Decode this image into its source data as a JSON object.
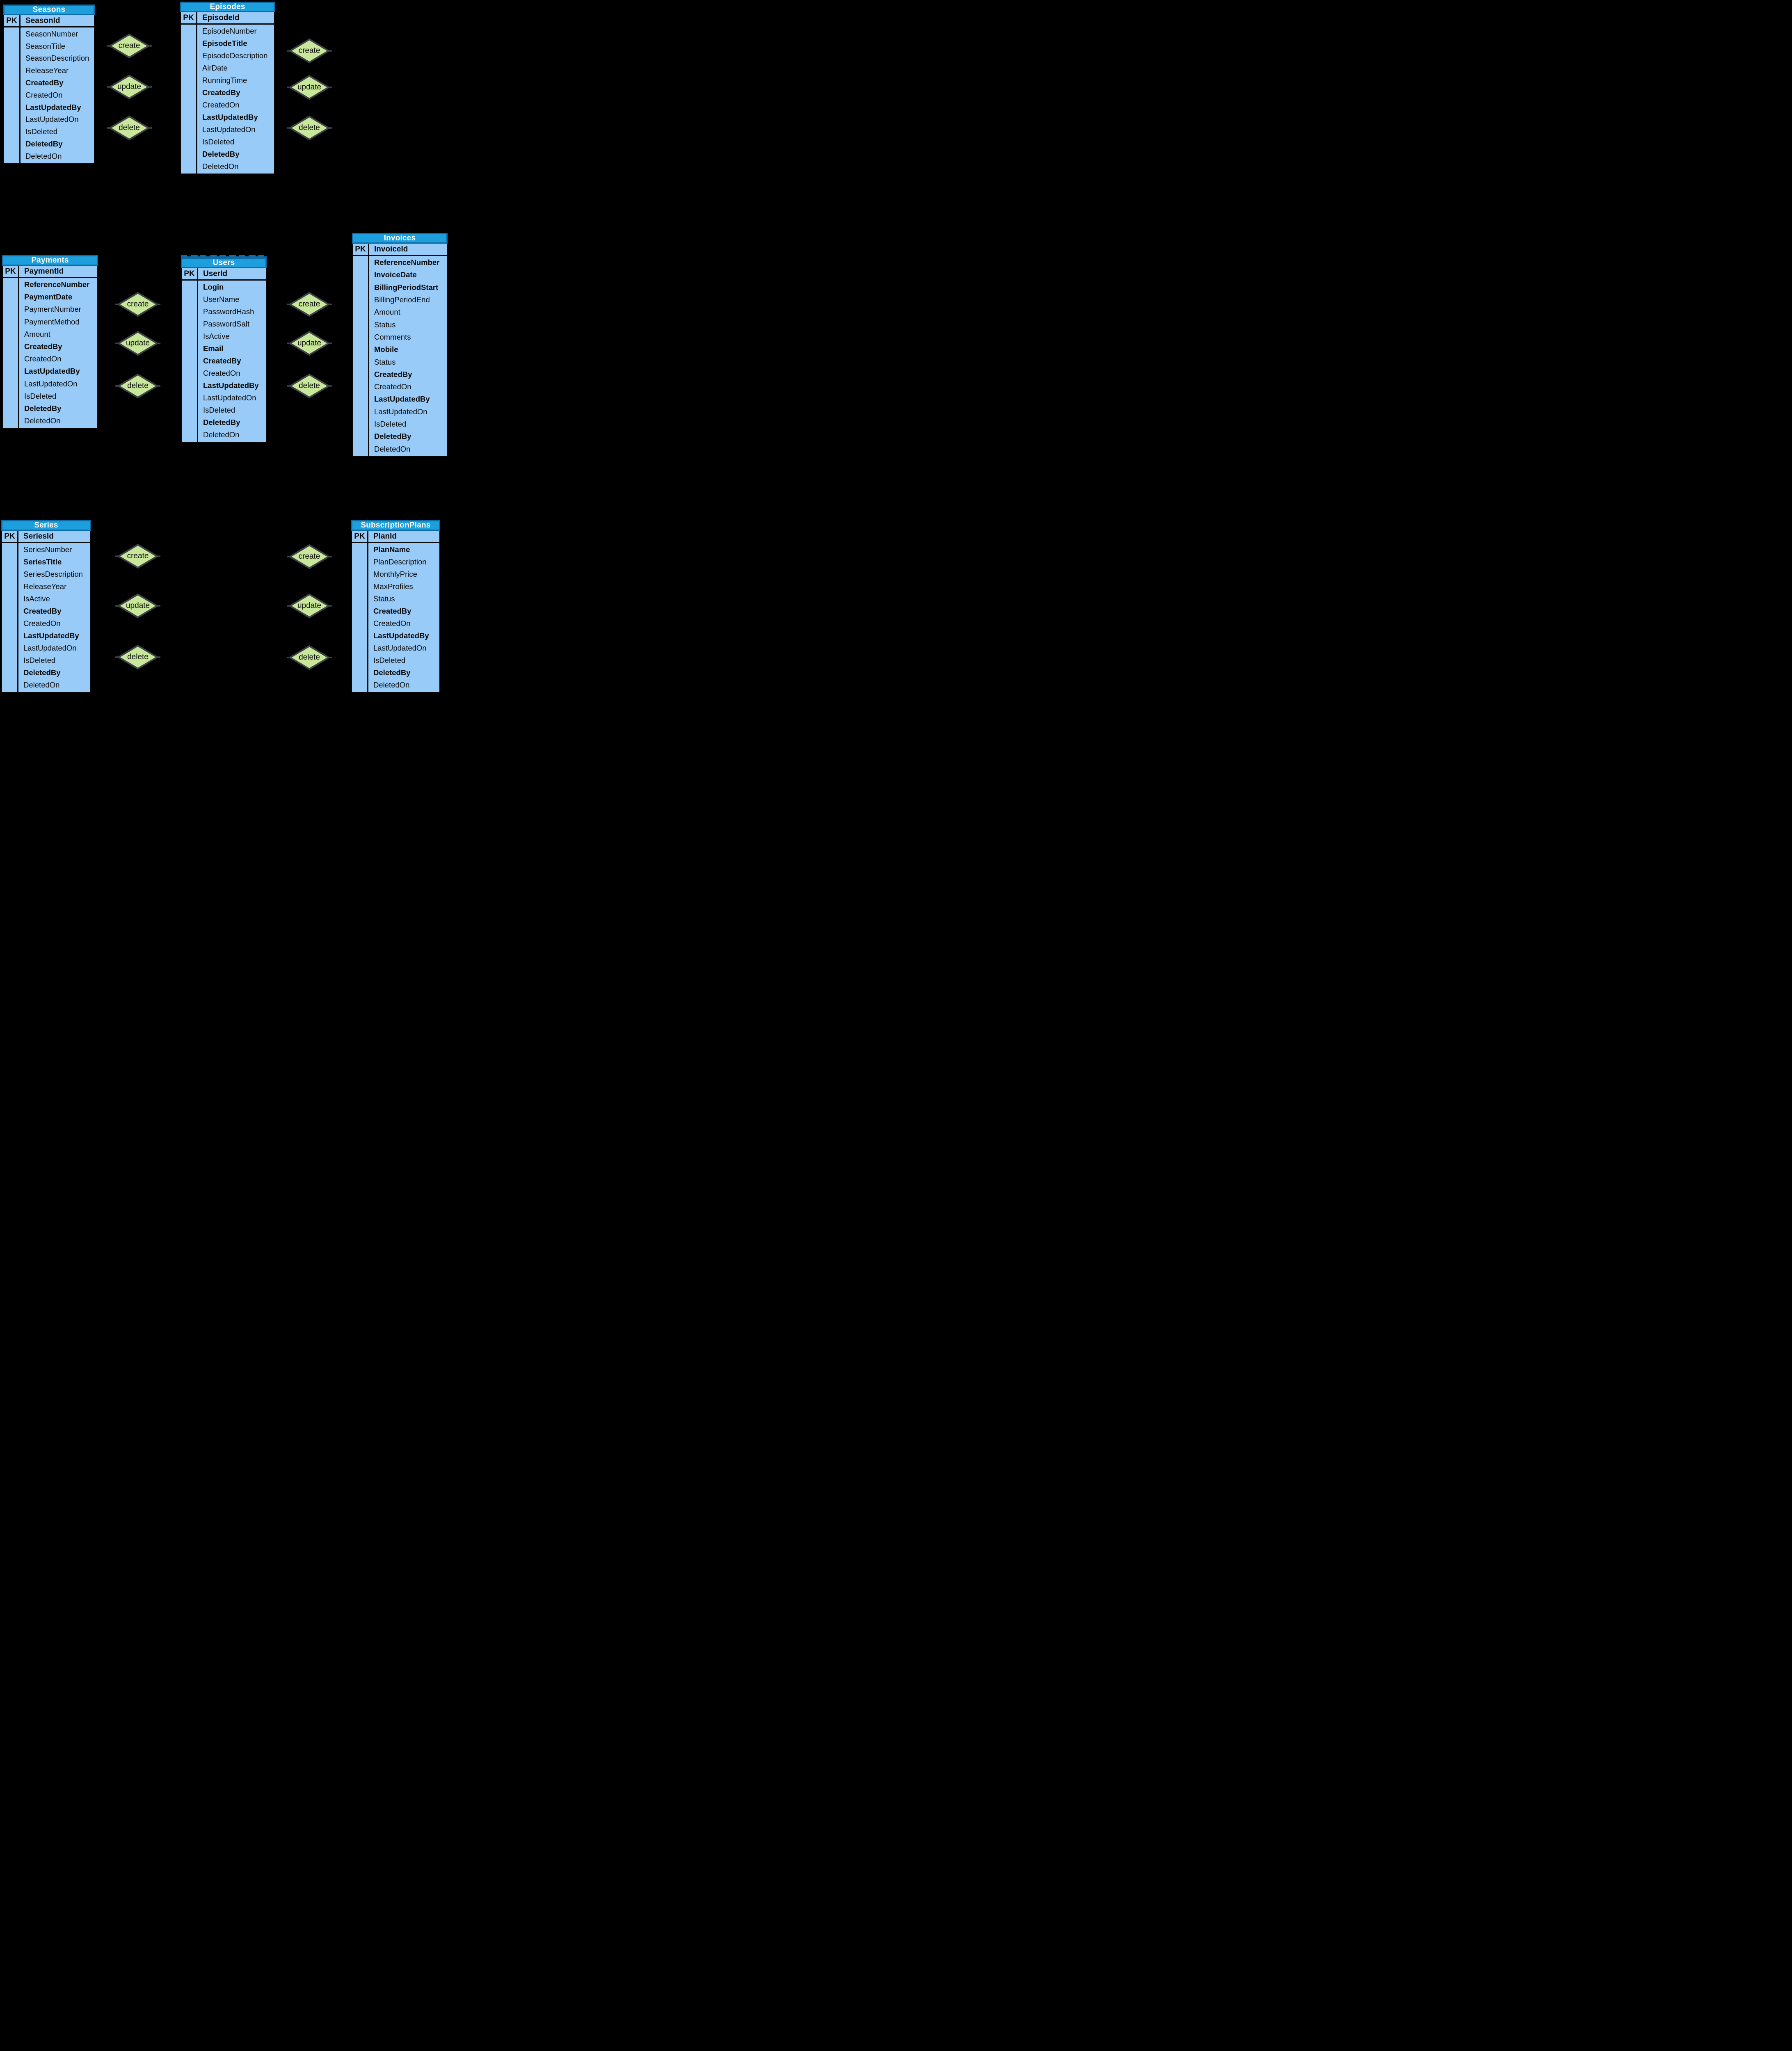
{
  "background_color": "#000000",
  "colors": {
    "table_header_fill": "#1E9FDD",
    "table_header_border": "#0D6CA8",
    "table_header_text": "#FFFFFF",
    "table_body_fill": "#99CBF8",
    "table_border": "#000000",
    "table_text": "#0B0B0B",
    "diamond_fill": "#C9E79B",
    "diamond_border": "#3E4347",
    "diamond_text": "#0B0B0B"
  },
  "crud_operations": [
    "create",
    "update",
    "delete"
  ],
  "tables": [
    {
      "id": "seasons",
      "title": "Seasons",
      "pk": {
        "label": "PK",
        "field": "SeasonId"
      },
      "fields": [
        {
          "name": "SeasonNumber",
          "key": false
        },
        {
          "name": "SeasonTitle",
          "key": false
        },
        {
          "name": "SeasonDescription",
          "key": false
        },
        {
          "name": "ReleaseYear",
          "key": false
        },
        {
          "name": "CreatedBy",
          "key": true
        },
        {
          "name": "CreatedOn",
          "key": false
        },
        {
          "name": "LastUpdatedBy",
          "key": true
        },
        {
          "name": "LastUpdatedOn",
          "key": false
        },
        {
          "name": "IsDeleted",
          "key": false
        },
        {
          "name": "DeletedBy",
          "key": true
        },
        {
          "name": "DeletedOn",
          "key": false
        }
      ]
    },
    {
      "id": "episodes",
      "title": "Episodes",
      "pk": {
        "label": "PK",
        "field": "EpisodeId"
      },
      "fields": [
        {
          "name": "EpisodeNumber",
          "key": false
        },
        {
          "name": "EpisodeTitle",
          "key": true
        },
        {
          "name": "EpisodeDescription",
          "key": false
        },
        {
          "name": "AirDate",
          "key": false
        },
        {
          "name": "RunningTime",
          "key": false
        },
        {
          "name": "CreatedBy",
          "key": true
        },
        {
          "name": "CreatedOn",
          "key": false
        },
        {
          "name": "LastUpdatedBy",
          "key": true
        },
        {
          "name": "LastUpdatedOn",
          "key": false
        },
        {
          "name": "IsDeleted",
          "key": false
        },
        {
          "name": "DeletedBy",
          "key": true
        },
        {
          "name": "DeletedOn",
          "key": false
        }
      ]
    },
    {
      "id": "payments",
      "title": "Payments",
      "pk": {
        "label": "PK",
        "field": "PaymentId"
      },
      "fields": [
        {
          "name": "ReferenceNumber",
          "key": true
        },
        {
          "name": "PaymentDate",
          "key": true
        },
        {
          "name": "PaymentNumber",
          "key": false
        },
        {
          "name": "PaymentMethod",
          "key": false
        },
        {
          "name": "Amount",
          "key": false
        },
        {
          "name": "CreatedBy",
          "key": true
        },
        {
          "name": "CreatedOn",
          "key": false
        },
        {
          "name": "LastUpdatedBy",
          "key": true
        },
        {
          "name": "LastUpdatedOn",
          "key": false
        },
        {
          "name": "IsDeleted",
          "key": false
        },
        {
          "name": "DeletedBy",
          "key": true
        },
        {
          "name": "DeletedOn",
          "key": false
        }
      ]
    },
    {
      "id": "users",
      "title": "Users",
      "pk": {
        "label": "PK",
        "field": "UserId"
      },
      "fields": [
        {
          "name": "Login",
          "key": true
        },
        {
          "name": "UserName",
          "key": false
        },
        {
          "name": "PasswordHash",
          "key": false
        },
        {
          "name": "PasswordSalt",
          "key": false
        },
        {
          "name": "IsActive",
          "key": false
        },
        {
          "name": "Email",
          "key": true
        },
        {
          "name": "CreatedBy",
          "key": true
        },
        {
          "name": "CreatedOn",
          "key": false
        },
        {
          "name": "LastUpdatedBy",
          "key": true
        },
        {
          "name": "LastUpdatedOn",
          "key": false
        },
        {
          "name": "IsDeleted",
          "key": false
        },
        {
          "name": "DeletedBy",
          "key": true
        },
        {
          "name": "DeletedOn",
          "key": false
        }
      ]
    },
    {
      "id": "invoices",
      "title": "Invoices",
      "pk": {
        "label": "PK",
        "field": "InvoiceId"
      },
      "fields": [
        {
          "name": "ReferenceNumber",
          "key": true
        },
        {
          "name": "InvoiceDate",
          "key": true
        },
        {
          "name": "BillingPeriodStart",
          "key": true
        },
        {
          "name": "BillingPeriodEnd",
          "key": false
        },
        {
          "name": "Amount",
          "key": false
        },
        {
          "name": "Status",
          "key": false
        },
        {
          "name": "Comments",
          "key": false
        },
        {
          "name": "Mobile",
          "key": true
        },
        {
          "name": "Status",
          "key": false
        },
        {
          "name": "CreatedBy",
          "key": true
        },
        {
          "name": "CreatedOn",
          "key": false
        },
        {
          "name": "LastUpdatedBy",
          "key": true
        },
        {
          "name": "LastUpdatedOn",
          "key": false
        },
        {
          "name": "IsDeleted",
          "key": false
        },
        {
          "name": "DeletedBy",
          "key": true
        },
        {
          "name": "DeletedOn",
          "key": false
        }
      ]
    },
    {
      "id": "series",
      "title": "Series",
      "pk": {
        "label": "PK",
        "field": "SeriesId"
      },
      "fields": [
        {
          "name": "SeriesNumber",
          "key": false
        },
        {
          "name": "SeriesTitle",
          "key": true
        },
        {
          "name": "SeriesDescription",
          "key": false
        },
        {
          "name": "ReleaseYear",
          "key": false
        },
        {
          "name": "IsActive",
          "key": false
        },
        {
          "name": "CreatedBy",
          "key": true
        },
        {
          "name": "CreatedOn",
          "key": false
        },
        {
          "name": "LastUpdatedBy",
          "key": true
        },
        {
          "name": "LastUpdatedOn",
          "key": false
        },
        {
          "name": "IsDeleted",
          "key": false
        },
        {
          "name": "DeletedBy",
          "key": true
        },
        {
          "name": "DeletedOn",
          "key": false
        }
      ]
    },
    {
      "id": "subscription_plans",
      "title": "SubscriptionPlans",
      "pk": {
        "label": "PK",
        "field": "PlanId"
      },
      "fields": [
        {
          "name": "PlanName",
          "key": true
        },
        {
          "name": "PlanDescription",
          "key": false
        },
        {
          "name": "MonthlyPrice",
          "key": false
        },
        {
          "name": "MaxProfiles",
          "key": false
        },
        {
          "name": "Status",
          "key": false
        },
        {
          "name": "CreatedBy",
          "key": true
        },
        {
          "name": "CreatedOn",
          "key": false
        },
        {
          "name": "LastUpdatedBy",
          "key": true
        },
        {
          "name": "LastUpdatedOn",
          "key": false
        },
        {
          "name": "IsDeleted",
          "key": false
        },
        {
          "name": "DeletedBy",
          "key": true
        },
        {
          "name": "DeletedOn",
          "key": false
        }
      ]
    }
  ],
  "diamond_groups": [
    {
      "between": "seasons-episodes",
      "labels": [
        "create",
        "update",
        "delete"
      ]
    },
    {
      "between": "episodes-right",
      "labels": [
        "create",
        "update",
        "delete"
      ]
    },
    {
      "between": "payments-users",
      "labels": [
        "create",
        "update",
        "delete"
      ]
    },
    {
      "between": "users-invoices",
      "labels": [
        "create",
        "update",
        "delete"
      ]
    },
    {
      "between": "series-right",
      "labels": [
        "create",
        "update",
        "delete"
      ]
    },
    {
      "between": "subscriptionplans-left",
      "labels": [
        "create",
        "update",
        "delete"
      ]
    }
  ]
}
